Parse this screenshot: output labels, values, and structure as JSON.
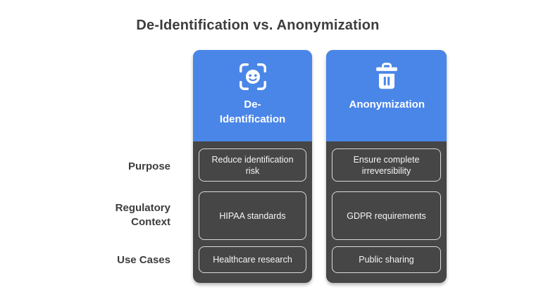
{
  "title": "De-Identification vs. Anonymization",
  "rows": [
    {
      "label": "Purpose"
    },
    {
      "label": "Regulatory Context"
    },
    {
      "label": "Use Cases"
    }
  ],
  "columns": [
    {
      "label": "De-Identification",
      "icon": "face-scan-icon",
      "cells": [
        "Reduce identification risk",
        "HIPAA standards",
        "Healthcare research"
      ]
    },
    {
      "label": "Anonymization",
      "icon": "trash-icon",
      "cells": [
        "Ensure complete irreversibility",
        "GDPR requirements",
        "Public sharing"
      ]
    }
  ],
  "colors": {
    "accent_blue": "#4a86e8",
    "card_dark": "#464646",
    "cell_border": "#d9d9d9",
    "heading_text": "#3d3d3d",
    "cell_text": "#f5f5f5"
  }
}
